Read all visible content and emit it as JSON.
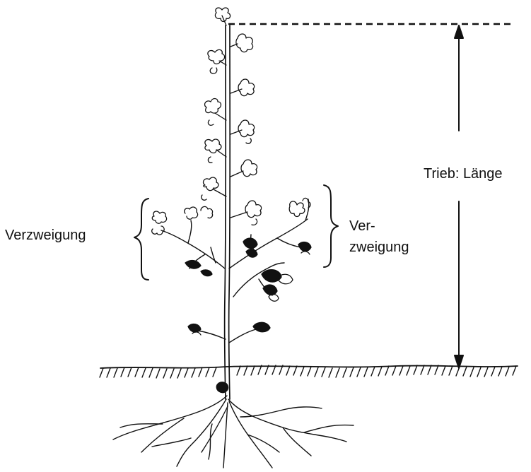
{
  "labels": {
    "left_branching": "Verzweigung",
    "right_branching_line1": "Ver-",
    "right_branching_line2": "zweigung",
    "shoot_length": "Trieb: Länge"
  },
  "icons": {
    "plant": "plant-illustration",
    "arrow": "double-arrow"
  }
}
